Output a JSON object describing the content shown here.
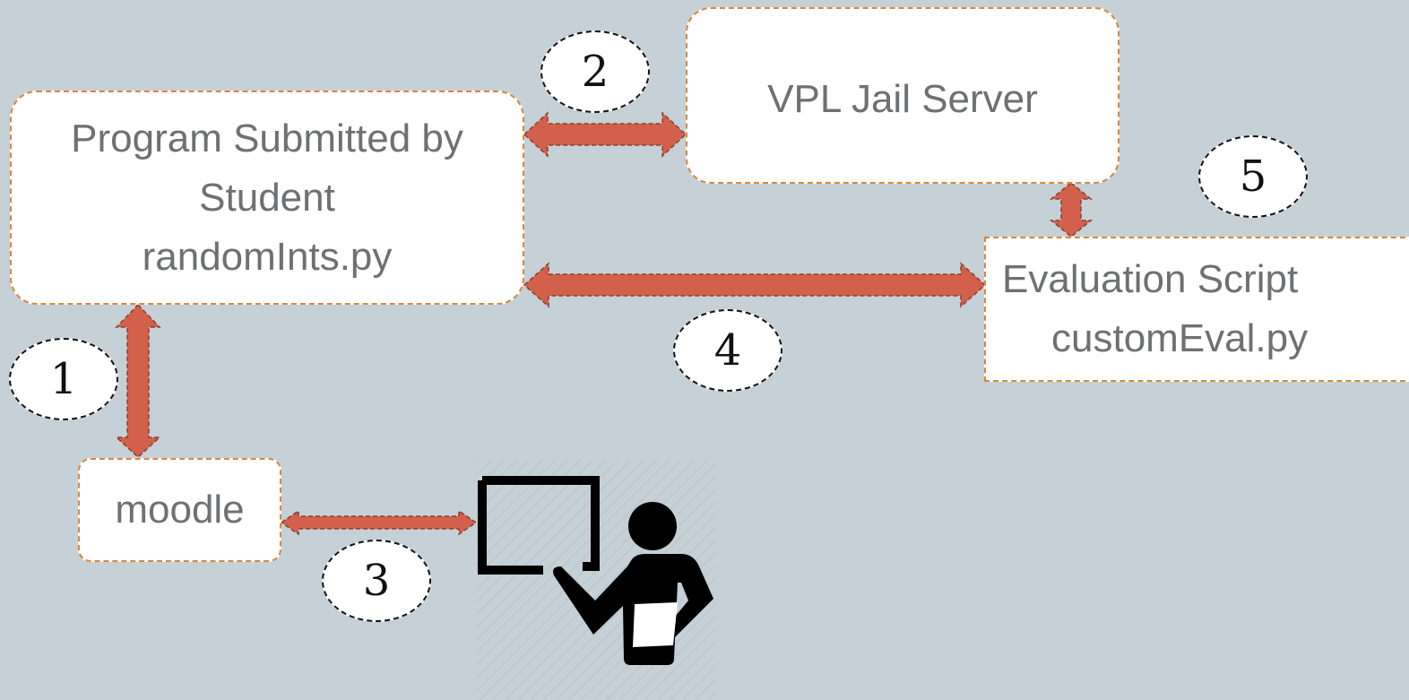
{
  "boxes": {
    "program": {
      "line1": "Program Submitted by",
      "line2": "Student",
      "line3": "randomInts.py"
    },
    "vpl": {
      "label": "VPL Jail Server"
    },
    "evaluation": {
      "line1": "Evaluation Script",
      "line2": "customEval.py"
    },
    "moodle": {
      "label": "moodle"
    }
  },
  "steps": [
    "1",
    "2",
    "3",
    "4",
    "5"
  ],
  "icons": {
    "teacher": "teacher-at-board-icon"
  },
  "colors": {
    "background": "#c5d0d7",
    "box_fill": "#ffffff",
    "box_border": "#d8873a",
    "box_text": "#6f7073",
    "arrow": "#d2604a",
    "arrow_outline": "#8e3d2f"
  }
}
